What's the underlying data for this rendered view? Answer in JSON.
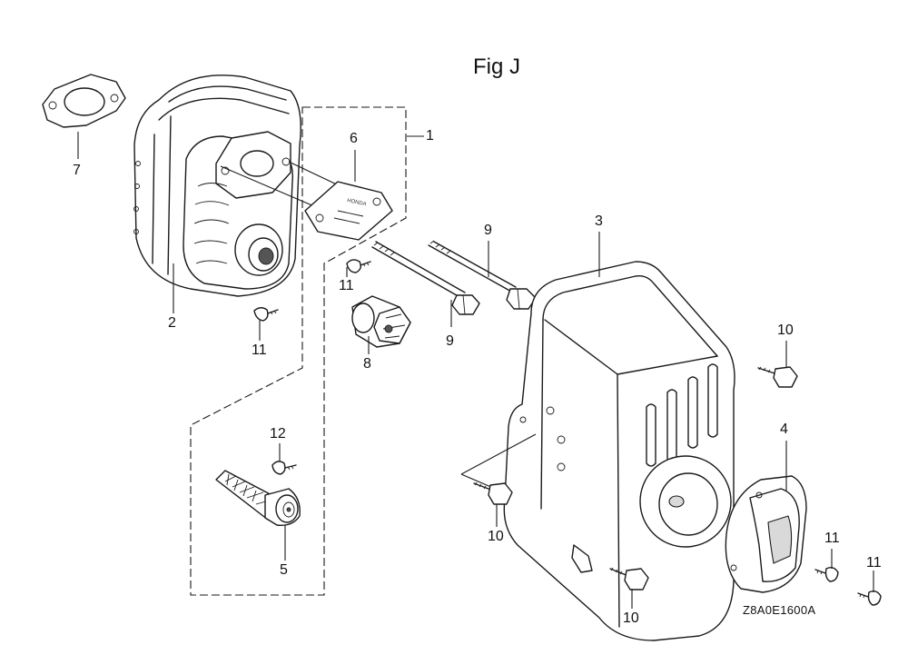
{
  "figure": {
    "title": "Fig J",
    "code": "Z8A0E1600A",
    "badge_text": "HONDA"
  },
  "callouts": {
    "c1": "1",
    "c2": "2",
    "c3": "3",
    "c4": "4",
    "c5": "5",
    "c6": "6",
    "c7": "7",
    "c8": "8",
    "c9a": "9",
    "c9b": "9",
    "c10a": "10",
    "c10b": "10",
    "c10c": "10",
    "c11a": "11",
    "c11b": "11",
    "c11c": "11",
    "c11d": "11",
    "c12": "12"
  }
}
